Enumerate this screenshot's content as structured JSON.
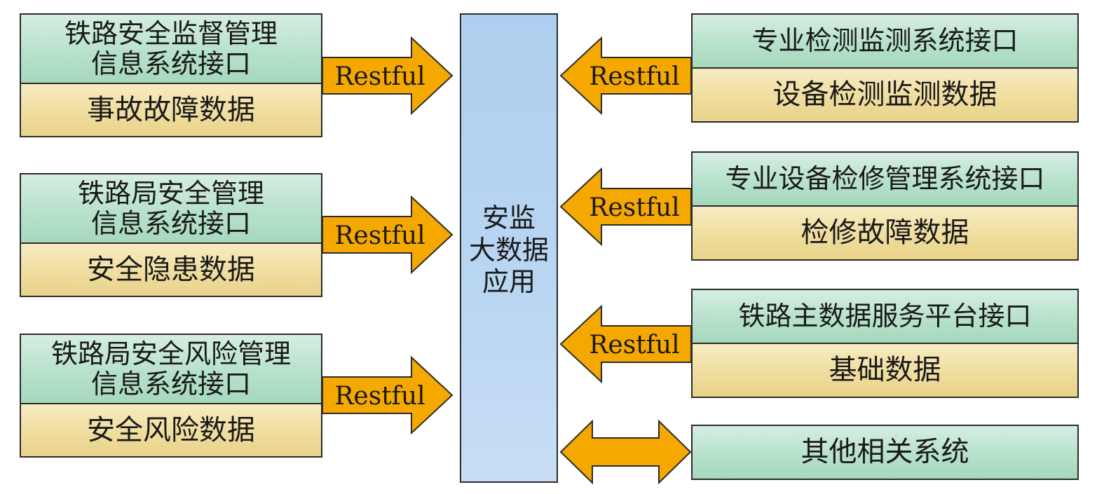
{
  "center": {
    "label": "安监\n大数据\n应用"
  },
  "left_systems": [
    {
      "interface": "铁路安全监督管理\n信息系统接口",
      "data": "事故故障数据"
    },
    {
      "interface": "铁路局安全管理\n信息系统接口",
      "data": "安全隐患数据"
    },
    {
      "interface": "铁路局安全风险管理\n信息系统接口",
      "data": "安全风险数据"
    }
  ],
  "right_systems": [
    {
      "interface": "专业检测监测系统接口",
      "data": "设备检测监测数据"
    },
    {
      "interface": "专业设备检修管理系统接口",
      "data": "检修故障数据"
    },
    {
      "interface": "铁路主数据服务平台接口",
      "data": "基础数据"
    }
  ],
  "other": {
    "label": "其他相关系统"
  },
  "arrows": {
    "label": "Restful",
    "fill": "#f5a800",
    "stroke": "#2b2b2b"
  },
  "colors": {
    "interface_box": "#b7e1cb",
    "data_box": "#efdc9c",
    "center_box": "#b9d6f2"
  }
}
